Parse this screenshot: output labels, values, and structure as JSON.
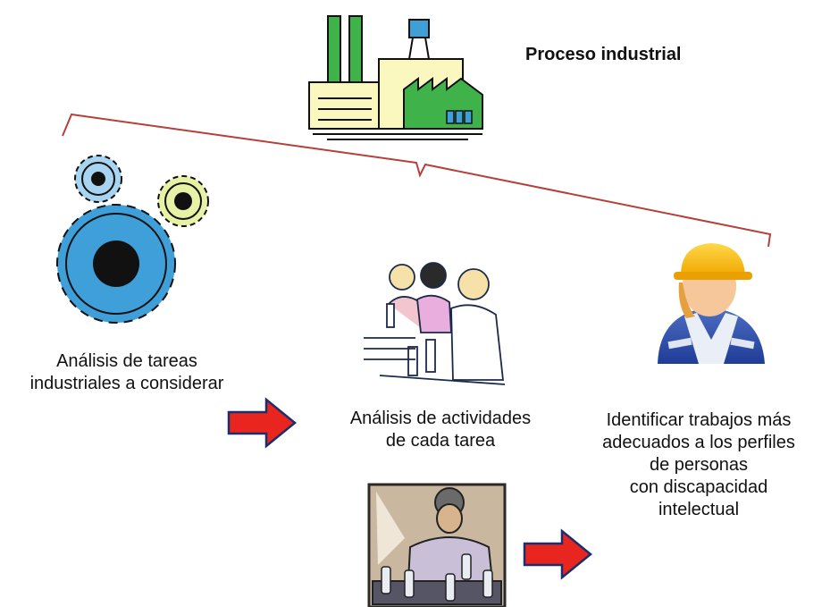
{
  "title": "Proceso industrial",
  "step1": {
    "lines": [
      "Análisis de tareas",
      "industriales a considerar"
    ]
  },
  "step2": {
    "lines": [
      "Análisis de actividades",
      "de cada tarea"
    ]
  },
  "step3": {
    "lines": [
      "Identificar trabajos más",
      "adecuados a los perfiles",
      "de personas",
      "con discapacidad",
      "intelectual"
    ]
  },
  "colors": {
    "brace": "#b5403a",
    "arrow_fill": "#e8261f",
    "arrow_stroke": "#1a2f6b",
    "factory_green": "#3fb34a",
    "gear_blue": "#3f9fd9",
    "helmet_yellow": "#f5b400"
  },
  "icons": [
    "factory-icon",
    "gears-icon",
    "workers-icon",
    "construction-worker-icon",
    "bottling-worker-icon"
  ]
}
